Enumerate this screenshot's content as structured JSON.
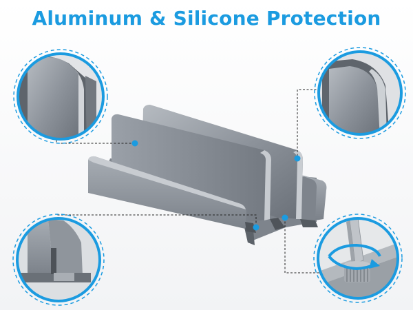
{
  "headline": "Aluminum & Silicone Protection",
  "colors": {
    "accent": "#1b9be0",
    "metal": "#8e949c",
    "metal_dark": "#5f656d",
    "metal_light": "#c4c8cd",
    "background": "#f2f3f5"
  },
  "callouts": [
    {
      "id": "top-left",
      "depicts": "rounded-edge-closeup"
    },
    {
      "id": "top-right",
      "depicts": "rounded-edge-closeup"
    },
    {
      "id": "bottom-left",
      "depicts": "base-slot-closeup"
    },
    {
      "id": "bottom-right",
      "depicts": "adjustment-screw-closeup"
    }
  ],
  "icons": [
    "rotate-arrow-icon",
    "hex-key-icon",
    "knurled-screw-icon"
  ]
}
